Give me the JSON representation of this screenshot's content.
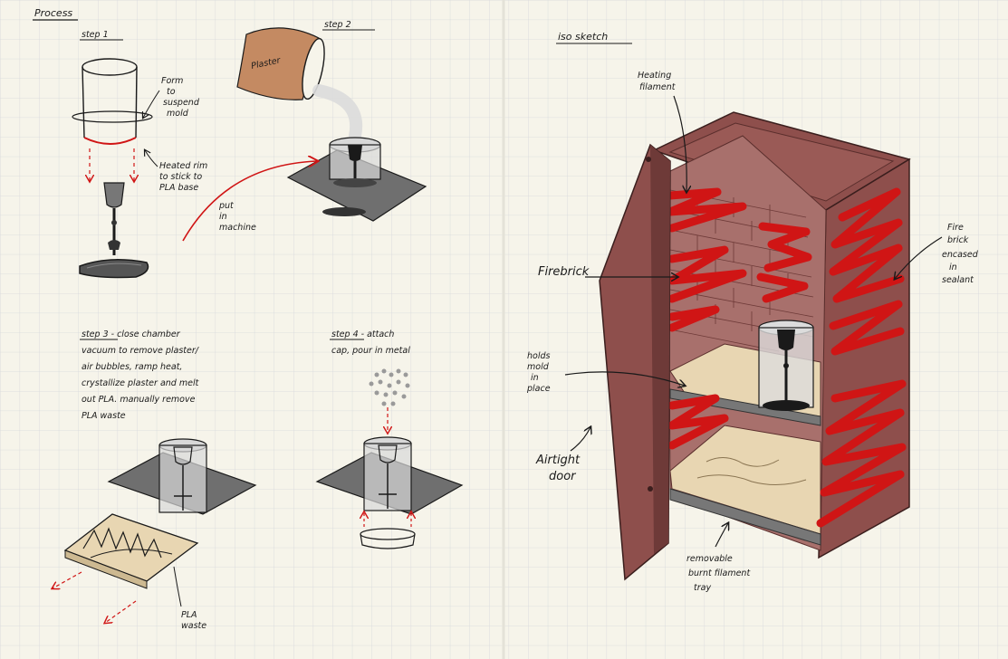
{
  "process": {
    "title": "Process",
    "step1": {
      "label": "step 1",
      "note_top": [
        "Form",
        "to",
        "suspend",
        "mold"
      ],
      "note_bottom": [
        "Heated rim",
        "to stick to",
        "PLA base"
      ]
    },
    "step2": {
      "label": "step 2",
      "bag_label": "Plaster",
      "note": [
        "put",
        "in",
        "machine"
      ]
    },
    "step3": {
      "text": [
        "step 3 - close chamber",
        "vacuum to remove plaster/",
        "air bubbles, ramp heat,",
        "crystallize plaster and melt",
        "out PLA. manually remove",
        "PLA waste"
      ],
      "waste_label": [
        "PLA",
        "waste"
      ]
    },
    "step4": {
      "text": [
        "step 4 - attach",
        "cap, pour in metal"
      ]
    }
  },
  "iso": {
    "title": "iso sketch",
    "heating": [
      "Heating",
      "filament"
    ],
    "firebrick": "Firebrick",
    "fire_brick_note": [
      "Fire",
      "brick",
      "encased",
      "in",
      "sealant"
    ],
    "holds_mold": [
      "holds",
      "mold",
      "in",
      "place"
    ],
    "airtight": [
      "Airtight",
      "door"
    ],
    "tray": [
      "removable",
      "burnt filament",
      "tray"
    ]
  },
  "colors": {
    "paper": "#f6f4ea",
    "grid": "#d6d8dc",
    "ink": "#1a1a1a",
    "red": "#d01515",
    "wood": "#8e4f4c",
    "wood_dark": "#6e3a38",
    "sand": "#e8d6b2",
    "plaster_bag": "#c48a62"
  }
}
